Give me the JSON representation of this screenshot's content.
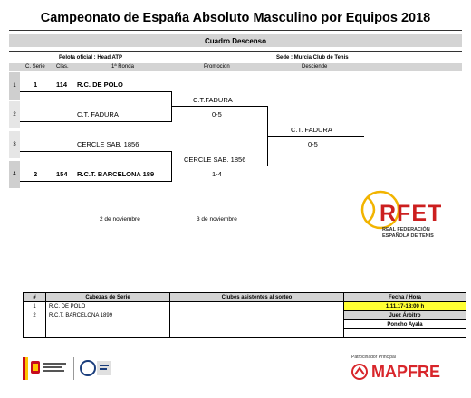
{
  "title": "Campeonato de España Absoluto Masculino por Equipos 2018",
  "section": "Cuadro Descenso",
  "ball": "Pelota oficial : Head ATP",
  "venue": "Sede : Murcia Club de Tenis",
  "headers": {
    "serie": "C. Serie",
    "clas": "Clas.",
    "ronda1": "1ª Ronda",
    "promocion": "Promocion",
    "desciende": "Desciende"
  },
  "rows": [
    {
      "num": "1",
      "serie": "1",
      "clas": "114",
      "team": "R.C. DE POLO"
    },
    {
      "num": "2",
      "serie": "",
      "clas": "",
      "team": "C.T. FADURA"
    },
    {
      "num": "3",
      "serie": "",
      "clas": "",
      "team": "CERCLE SAB. 1856"
    },
    {
      "num": "4",
      "serie": "2",
      "clas": "154",
      "team": "R.C.T. BARCELONA 189"
    }
  ],
  "round2": [
    {
      "team": "C.T.FADURA",
      "score": "0-5"
    },
    {
      "team": "CERCLE SAB. 1856",
      "score": "1-4"
    }
  ],
  "round3": {
    "team": "C.T. FADURA",
    "score": "0-5"
  },
  "dates": {
    "d1": "2 de noviembre",
    "d2": "3 de noviembre"
  },
  "logo": {
    "text": "RFET",
    "line1": "REAL FEDERACIÓN",
    "line2": "ESPAÑOLA DE TENIS",
    "color": "#cc1f1f",
    "accent": "#f2b400"
  },
  "footer": {
    "col_num": "#",
    "col_seeds": "Cabezas de Serie",
    "col_clubs": "Clubes asistentes al sorteo",
    "col_date": "Fecha / Hora",
    "seeds": [
      {
        "n": "1",
        "name": "R.C. DE POLO"
      },
      {
        "n": "2",
        "name": "R.C.T. BARCELONA 1899"
      }
    ],
    "date_value": "1.11.17-18:00 h",
    "referee_label": "Juez Árbitro",
    "referee_name": "Poncho Ayala"
  },
  "sponsor": {
    "label": "Patrocinador Principal",
    "name": "MAPFRE",
    "color": "#d8252a"
  }
}
